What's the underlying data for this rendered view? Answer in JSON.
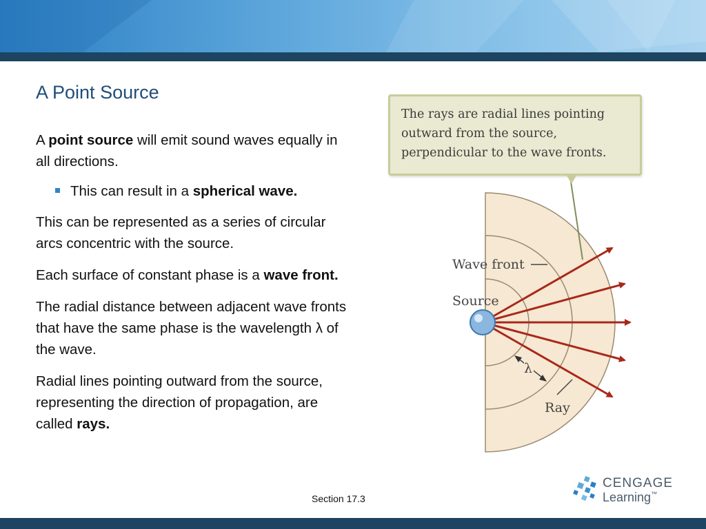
{
  "title": "A Point Source",
  "body": {
    "p1": {
      "a": "A ",
      "b": "point source",
      "c": " will emit sound waves equally in all directions."
    },
    "bullet": {
      "a": "This can result in a ",
      "b": "spherical wave."
    },
    "p2": "This can be represented as a series of circular arcs concentric with the source.",
    "p3": {
      "a": "Each surface of constant phase is a ",
      "b": "wave front."
    },
    "p4": "The radial distance between adjacent wave fronts that have the same phase is the wavelength λ of the wave.",
    "p5": {
      "a": "Radial lines pointing outward from the source, representing the direction of propagation, are called ",
      "b": "rays."
    }
  },
  "figure": {
    "callout": "The rays are radial lines pointing outward from the source, perpendicular to the wave fronts.",
    "labels": {
      "wave_front": "Wave front",
      "source": "Source",
      "lambda": "λ",
      "ray": "Ray"
    },
    "colors": {
      "arc_fill": "#f6e8d2",
      "arc_stroke": "#9a8a70",
      "ray": "#a8281a",
      "source": "#8ab6e0"
    }
  },
  "footer": {
    "section": "Section  17.3"
  },
  "logo": {
    "word": "CENGAGE",
    "sub": "Learning",
    "tm": "™",
    "icon": "cengage-dots-icon"
  }
}
